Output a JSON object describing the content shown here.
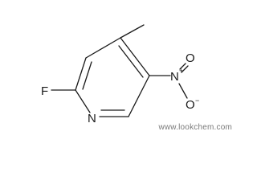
{
  "molecule": {
    "atoms": {
      "fluorine": "F",
      "ring_nitrogen": "N",
      "nitro_nitrogen": "N",
      "nitro_nitrogen_charge": "+",
      "oxygen_top": "O",
      "oxygen_bottom": "O",
      "oxygen_bottom_charge": "−"
    }
  },
  "watermark": "www.lookchem.com",
  "colors": {
    "bond": "#1a1a1a",
    "background": "#ffffff",
    "watermark": "#7a7a7a"
  }
}
